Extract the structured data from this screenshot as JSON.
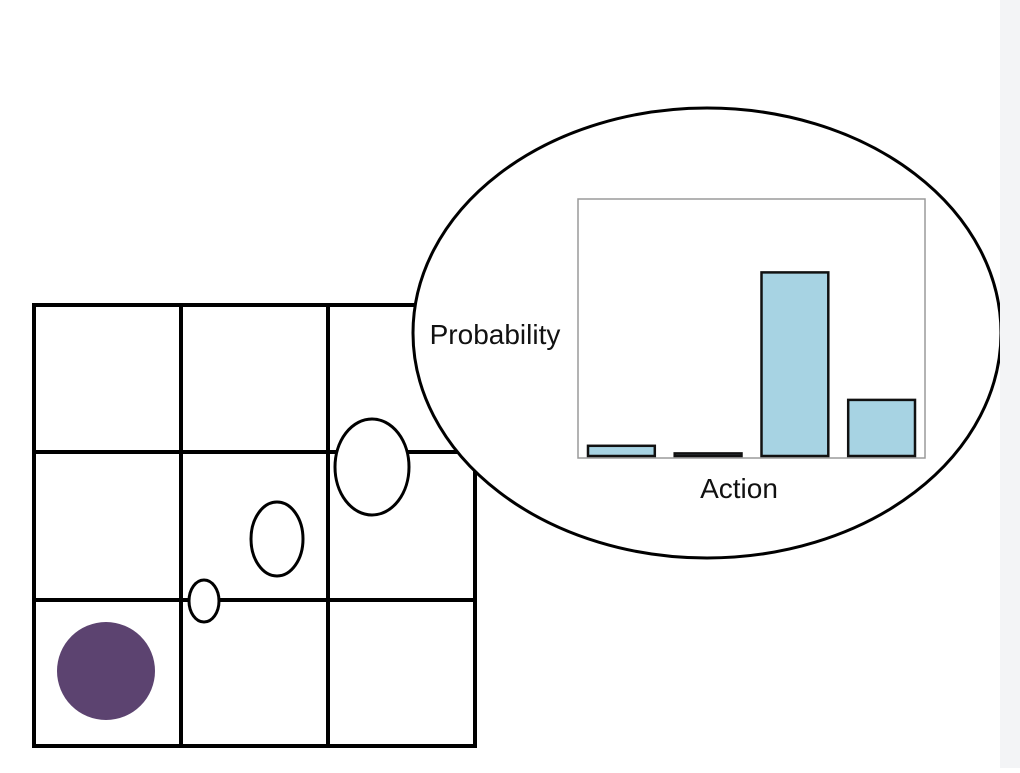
{
  "colors": {
    "grid_line": "#000000",
    "agent": "#5c4370",
    "bar_fill": "#a7d3e3",
    "bar_stroke": "#111111",
    "plot_frame": "#9a9a9a",
    "background": "#ffffff",
    "right_strip": "#f3f4f6"
  },
  "grid": {
    "rows": 3,
    "cols": 3,
    "agent_cell": {
      "row": 2,
      "col": 0
    },
    "path_marker_count": 3
  },
  "chart_data": {
    "type": "bar",
    "xlabel": "Action",
    "ylabel": "Probability",
    "values": [
      0.04,
      0.01,
      0.72,
      0.22
    ],
    "ylim": [
      0,
      1
    ],
    "grid": false
  }
}
